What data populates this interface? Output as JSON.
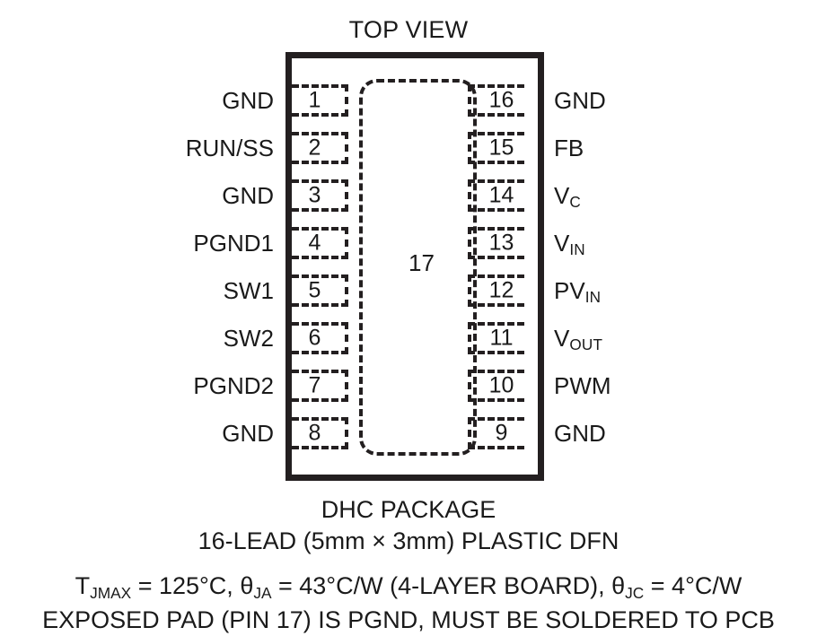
{
  "title": "TOP VIEW",
  "package": {
    "body_label": "DHC PACKAGE",
    "lead_description": "16-LEAD (5mm × 3mm) PLASTIC DFN",
    "exposed_pad_number": "17"
  },
  "pins": {
    "left": [
      {
        "number": "1",
        "label": "GND"
      },
      {
        "number": "2",
        "label": "RUN/SS"
      },
      {
        "number": "3",
        "label": "GND"
      },
      {
        "number": "4",
        "label": "PGND1"
      },
      {
        "number": "5",
        "label": "SW1"
      },
      {
        "number": "6",
        "label": "SW2"
      },
      {
        "number": "7",
        "label": "PGND2"
      },
      {
        "number": "8",
        "label": "GND"
      }
    ],
    "right": [
      {
        "number": "16",
        "label": "GND",
        "base": "GND",
        "sub": ""
      },
      {
        "number": "15",
        "label": "FB",
        "base": "FB",
        "sub": ""
      },
      {
        "number": "14",
        "label": "VC",
        "base": "V",
        "sub": "C"
      },
      {
        "number": "13",
        "label": "VIN",
        "base": "V",
        "sub": "IN"
      },
      {
        "number": "12",
        "label": "PVIN",
        "base": "PV",
        "sub": "IN"
      },
      {
        "number": "11",
        "label": "VOUT",
        "base": "V",
        "sub": "OUT"
      },
      {
        "number": "10",
        "label": "PWM",
        "base": "PWM",
        "sub": ""
      },
      {
        "number": "9",
        "label": "GND",
        "base": "GND",
        "sub": ""
      }
    ]
  },
  "thermal": {
    "tjmax_symbol_base": "T",
    "tjmax_symbol_sub": "JMAX",
    "tjmax_value": " = 125°C, ",
    "theta_ja_base": "θ",
    "theta_ja_sub": "JA",
    "theta_ja_value": " = 43°C/W (4-LAYER BOARD), ",
    "theta_jc_base": "θ",
    "theta_jc_sub": "JC",
    "theta_jc_value": " = 4°C/W",
    "exposed_pad_note": "EXPOSED PAD (PIN 17) IS PGND, MUST BE SOLDERED TO PCB"
  },
  "colors": {
    "ink": "#231f20",
    "background": "#ffffff"
  }
}
